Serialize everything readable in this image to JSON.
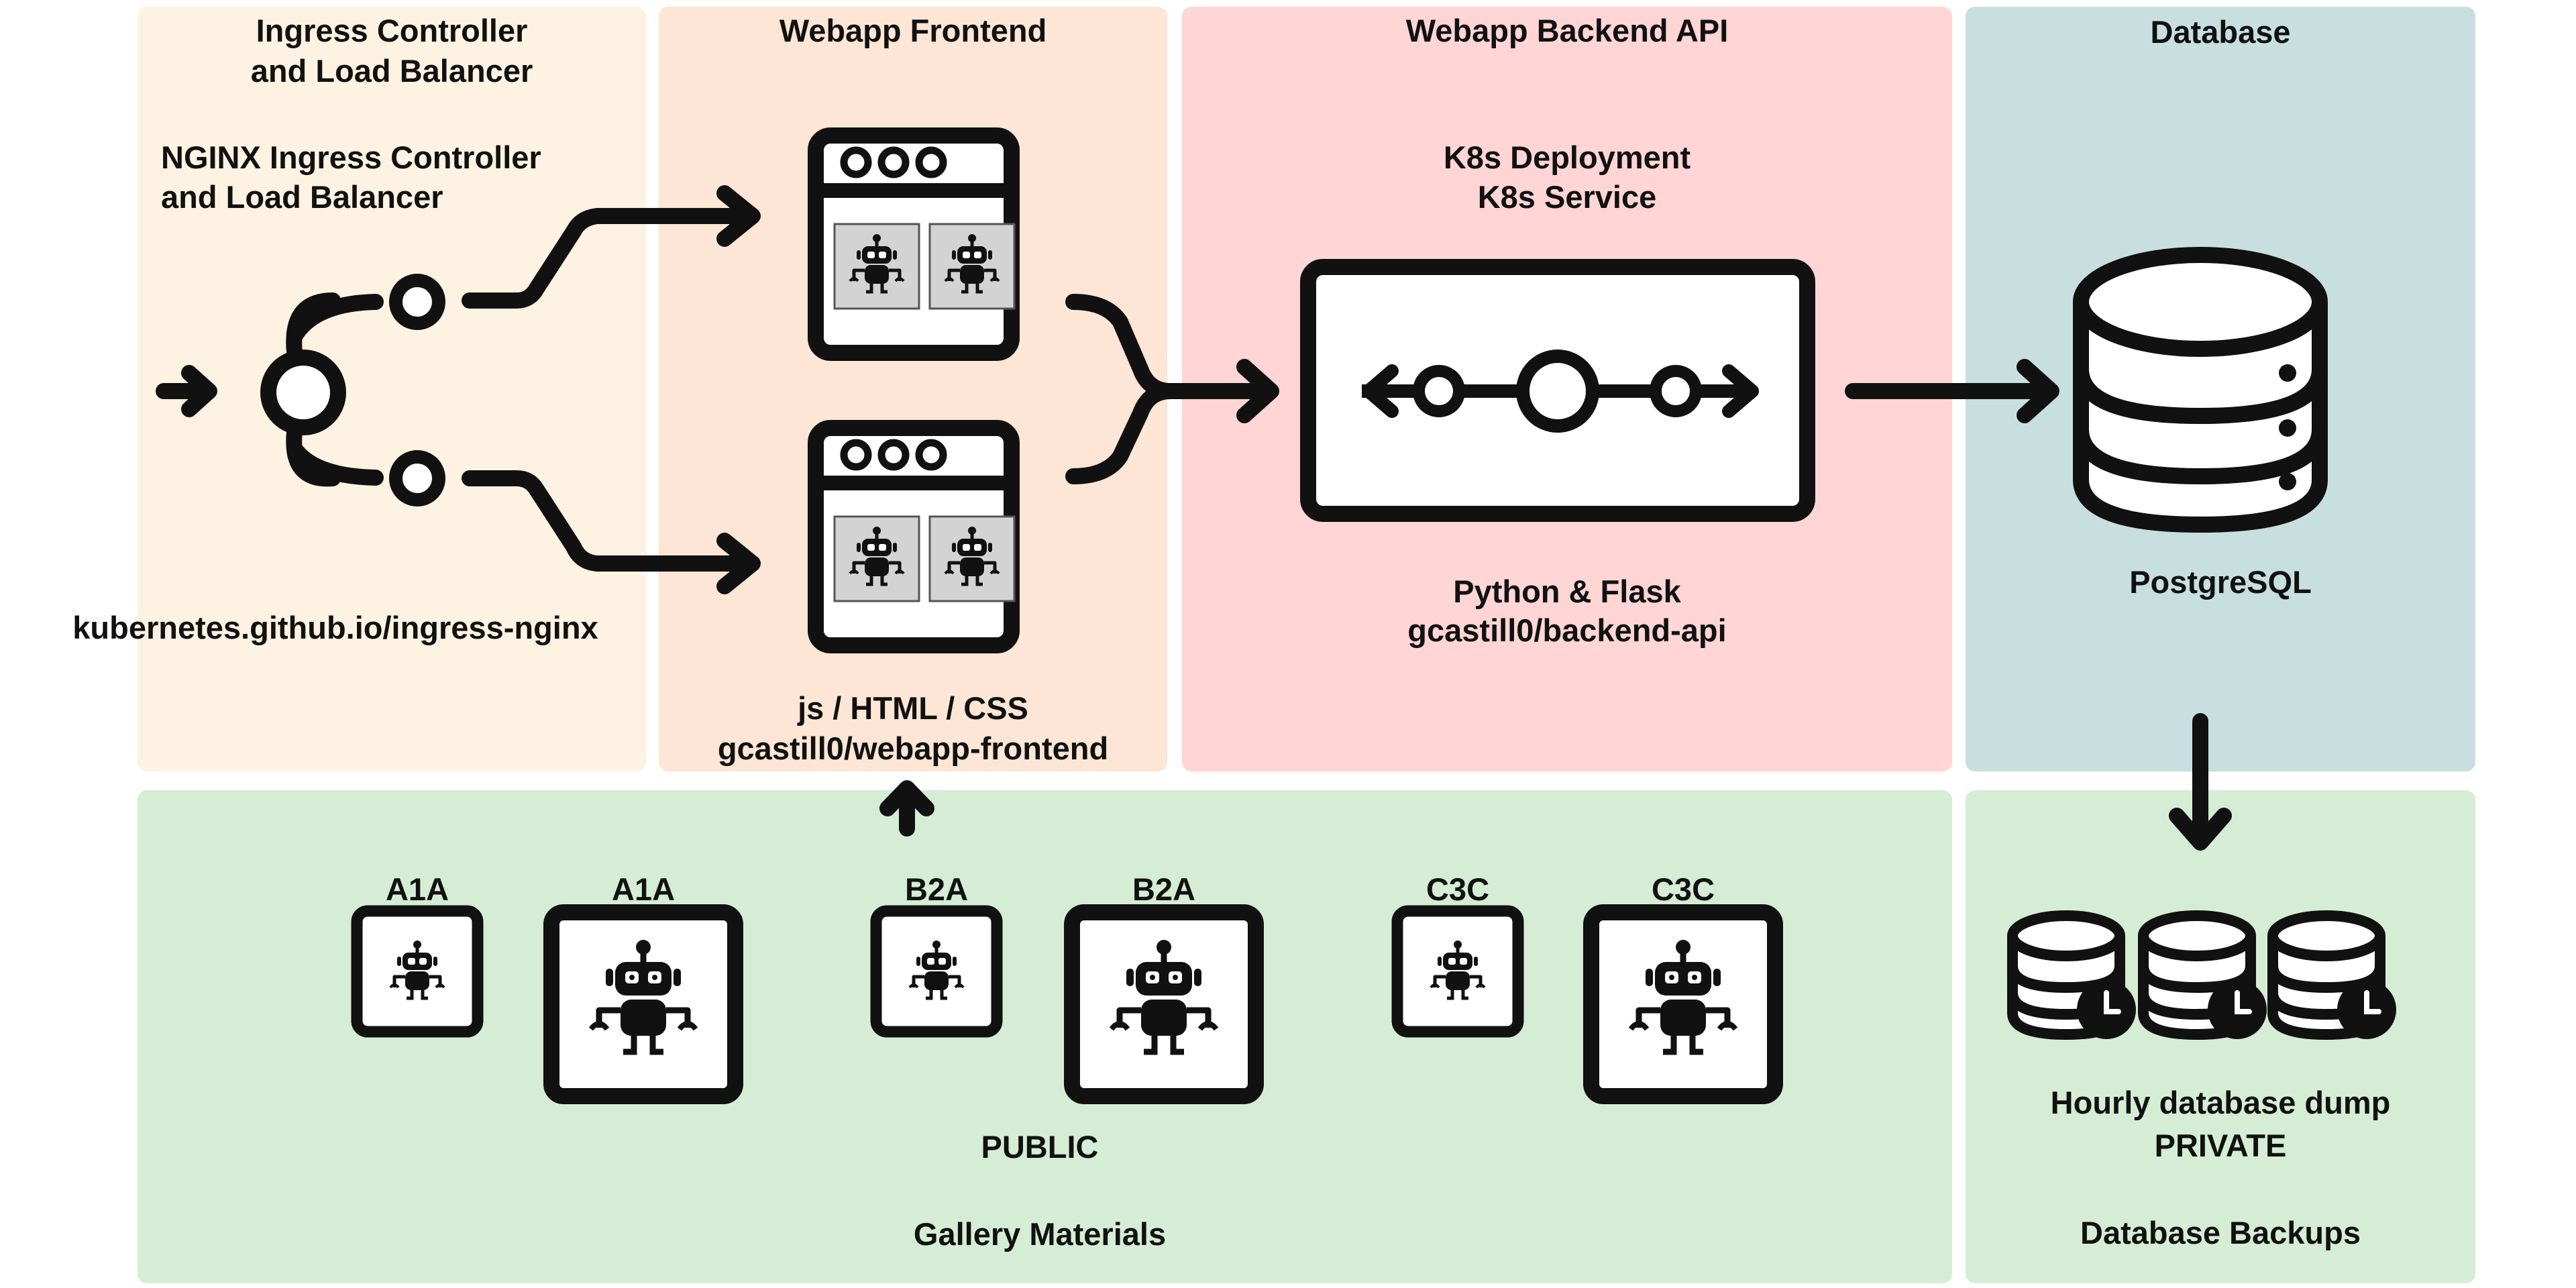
{
  "colors": {
    "ingress": "#fef3e2",
    "frontend": "#fde6d6",
    "backend": "#ffd5d6",
    "database": "#c8dfe0",
    "gallery": "#d5edd4",
    "backups": "#d5edd4",
    "stroke": "#111111",
    "thumb_bg": "#d3d3d3"
  },
  "ingress": {
    "title_line1": "Ingress Controller",
    "title_line2": "and Load Balancer",
    "name_line1": "NGINX Ingress Controller",
    "name_line2": "and Load Balancer",
    "url": "kubernetes.github.io/ingress-nginx",
    "icon": "load-balancer-icon"
  },
  "frontend": {
    "title": "Webapp Frontend",
    "tech": "js / HTML / CSS",
    "repo": "gcastill0/webapp-frontend",
    "icon": "browser-window-icon"
  },
  "backend": {
    "title": "Webapp Backend API",
    "line1": "K8s Deployment",
    "line2": "K8s Service",
    "tech": "Python & Flask",
    "repo": "gcastill0/backend-api",
    "icon": "k8s-service-icon"
  },
  "database": {
    "title": "Database",
    "label": "PostgreSQL",
    "icon": "database-icon"
  },
  "gallery": {
    "label_public": "PUBLIC",
    "label_materials": "Gallery Materials",
    "items": [
      {
        "label": "A1A",
        "size": "small"
      },
      {
        "label": "A1A",
        "size": "large"
      },
      {
        "label": "B2A",
        "size": "small"
      },
      {
        "label": "B2A",
        "size": "large"
      },
      {
        "label": "C3C",
        "size": "small"
      },
      {
        "label": "C3C",
        "size": "large"
      }
    ]
  },
  "backups": {
    "line1": "Hourly database dump",
    "line2": "PRIVATE",
    "title": "Database Backups",
    "icon": "database-clock-icon"
  }
}
